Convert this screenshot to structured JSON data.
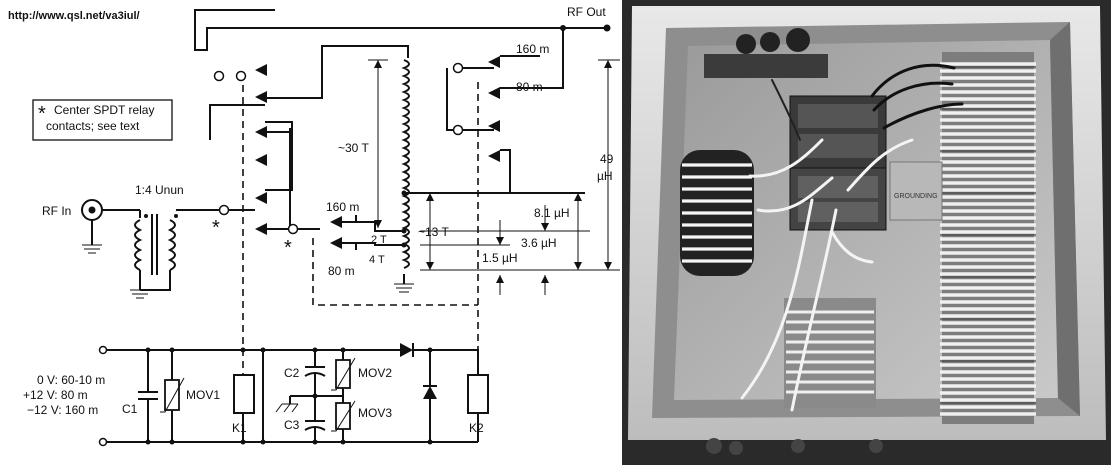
{
  "schematic": {
    "url": "http://www.qsl.net/va3iul/",
    "rf_out": "RF Out",
    "rf_in": "RF In",
    "unun": "1:4 Unun",
    "note": {
      "star": "*",
      "line1": "Center SPDT relay",
      "line2": "contacts; see text"
    },
    "star_marker": "*",
    "band_160_top": "160 m",
    "band_80_top": "80 m",
    "band_160_tap": "160 m",
    "band_80_tap": "80 m",
    "turns_30": "~30 T",
    "turns_13": "~13 T",
    "turns_2": "2 T",
    "turns_4": "4 T",
    "l_49_value": "49",
    "l_49_unit": "µH",
    "l_8_1": "8.1 µH",
    "l_3_6": "3.6 µH",
    "l_1_5": "1.5 µH",
    "supply": {
      "line1": "0 V: 60-10 m",
      "line2": "+12 V: 80 m",
      "line3": "−12 V: 160 m"
    },
    "components": {
      "c1": "C1",
      "mov1": "MOV1",
      "k1": "K1",
      "c2": "C2",
      "mov2": "MOV2",
      "c3": "C3",
      "mov3": "MOV3",
      "k2": "K2"
    }
  },
  "photo": {
    "plate_text": "GROUNDING"
  }
}
